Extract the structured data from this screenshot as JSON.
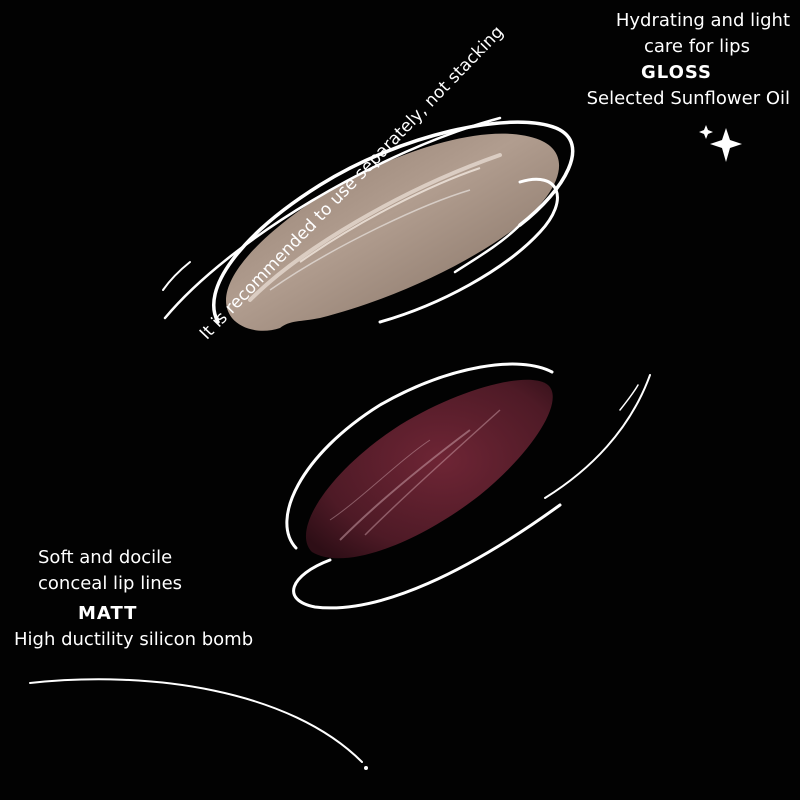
{
  "gloss": {
    "line1": "Hydrating and light",
    "line2": "care for lips",
    "title": "GLOSS",
    "line3": "Selected Sunflower Oil"
  },
  "recommendation": "It is recommended to use separately, not stacking",
  "matt": {
    "line1": "Soft and docile",
    "line2": "conceal lip lines",
    "title": "MATT",
    "line3": "High ductility silicon bomb"
  },
  "colors": {
    "background": "#020202",
    "gloss_swatch": "#a28f81",
    "matt_swatch": "#5a1d2b",
    "stroke": "#ffffff"
  }
}
